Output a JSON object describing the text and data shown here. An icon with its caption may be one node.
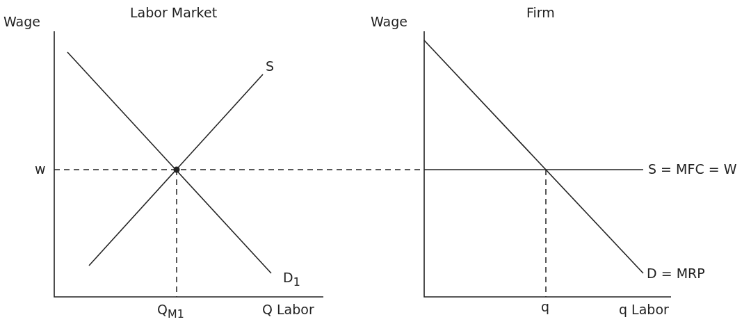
{
  "diagram": {
    "labels": [
      "Wage",
      "Labor Market",
      "Wage",
      "Firm",
      "S",
      "w",
      "S = MFC = W",
      "D$_{1}$",
      "D = MRP",
      "Q$_{M1}$",
      "Q Labor",
      "q",
      "q Labor"
    ]
  }
}
